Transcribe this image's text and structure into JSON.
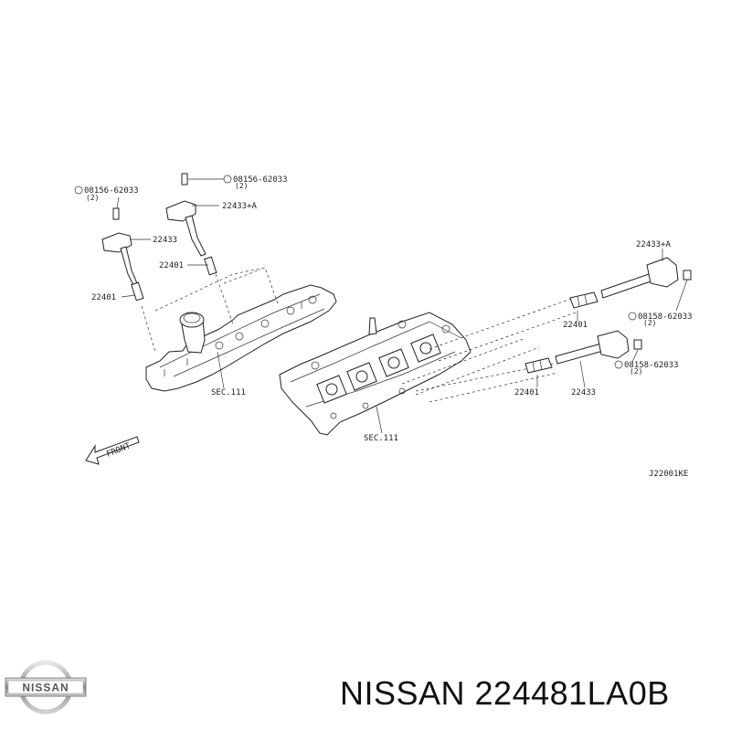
{
  "labels": {
    "bolt_left_a": "08156-62033",
    "bolt_left_a_qty": "(2)",
    "bolt_left_b": "08156-62033",
    "bolt_left_b_qty": "(2)",
    "coil_left_a": "22433+A",
    "coil_left_b": "22433",
    "plug_left_a": "22401",
    "plug_left_b": "22401",
    "sec_left": "SEC.111",
    "sec_right": "SEC.111",
    "coil_right_a": "22433+A",
    "bolt_right_a": "08158-62033",
    "bolt_right_a_qty": "(2)",
    "plug_right_a": "22401",
    "bolt_right_b": "08158-62033",
    "bolt_right_b_qty": "(2)",
    "plug_right_b": "22401",
    "coil_right_b": "22433",
    "front": "FRONT",
    "drawing_code": "J22001KE"
  },
  "logo_text": "NISSAN",
  "brand_line": "NISSAN 224481LA0B"
}
